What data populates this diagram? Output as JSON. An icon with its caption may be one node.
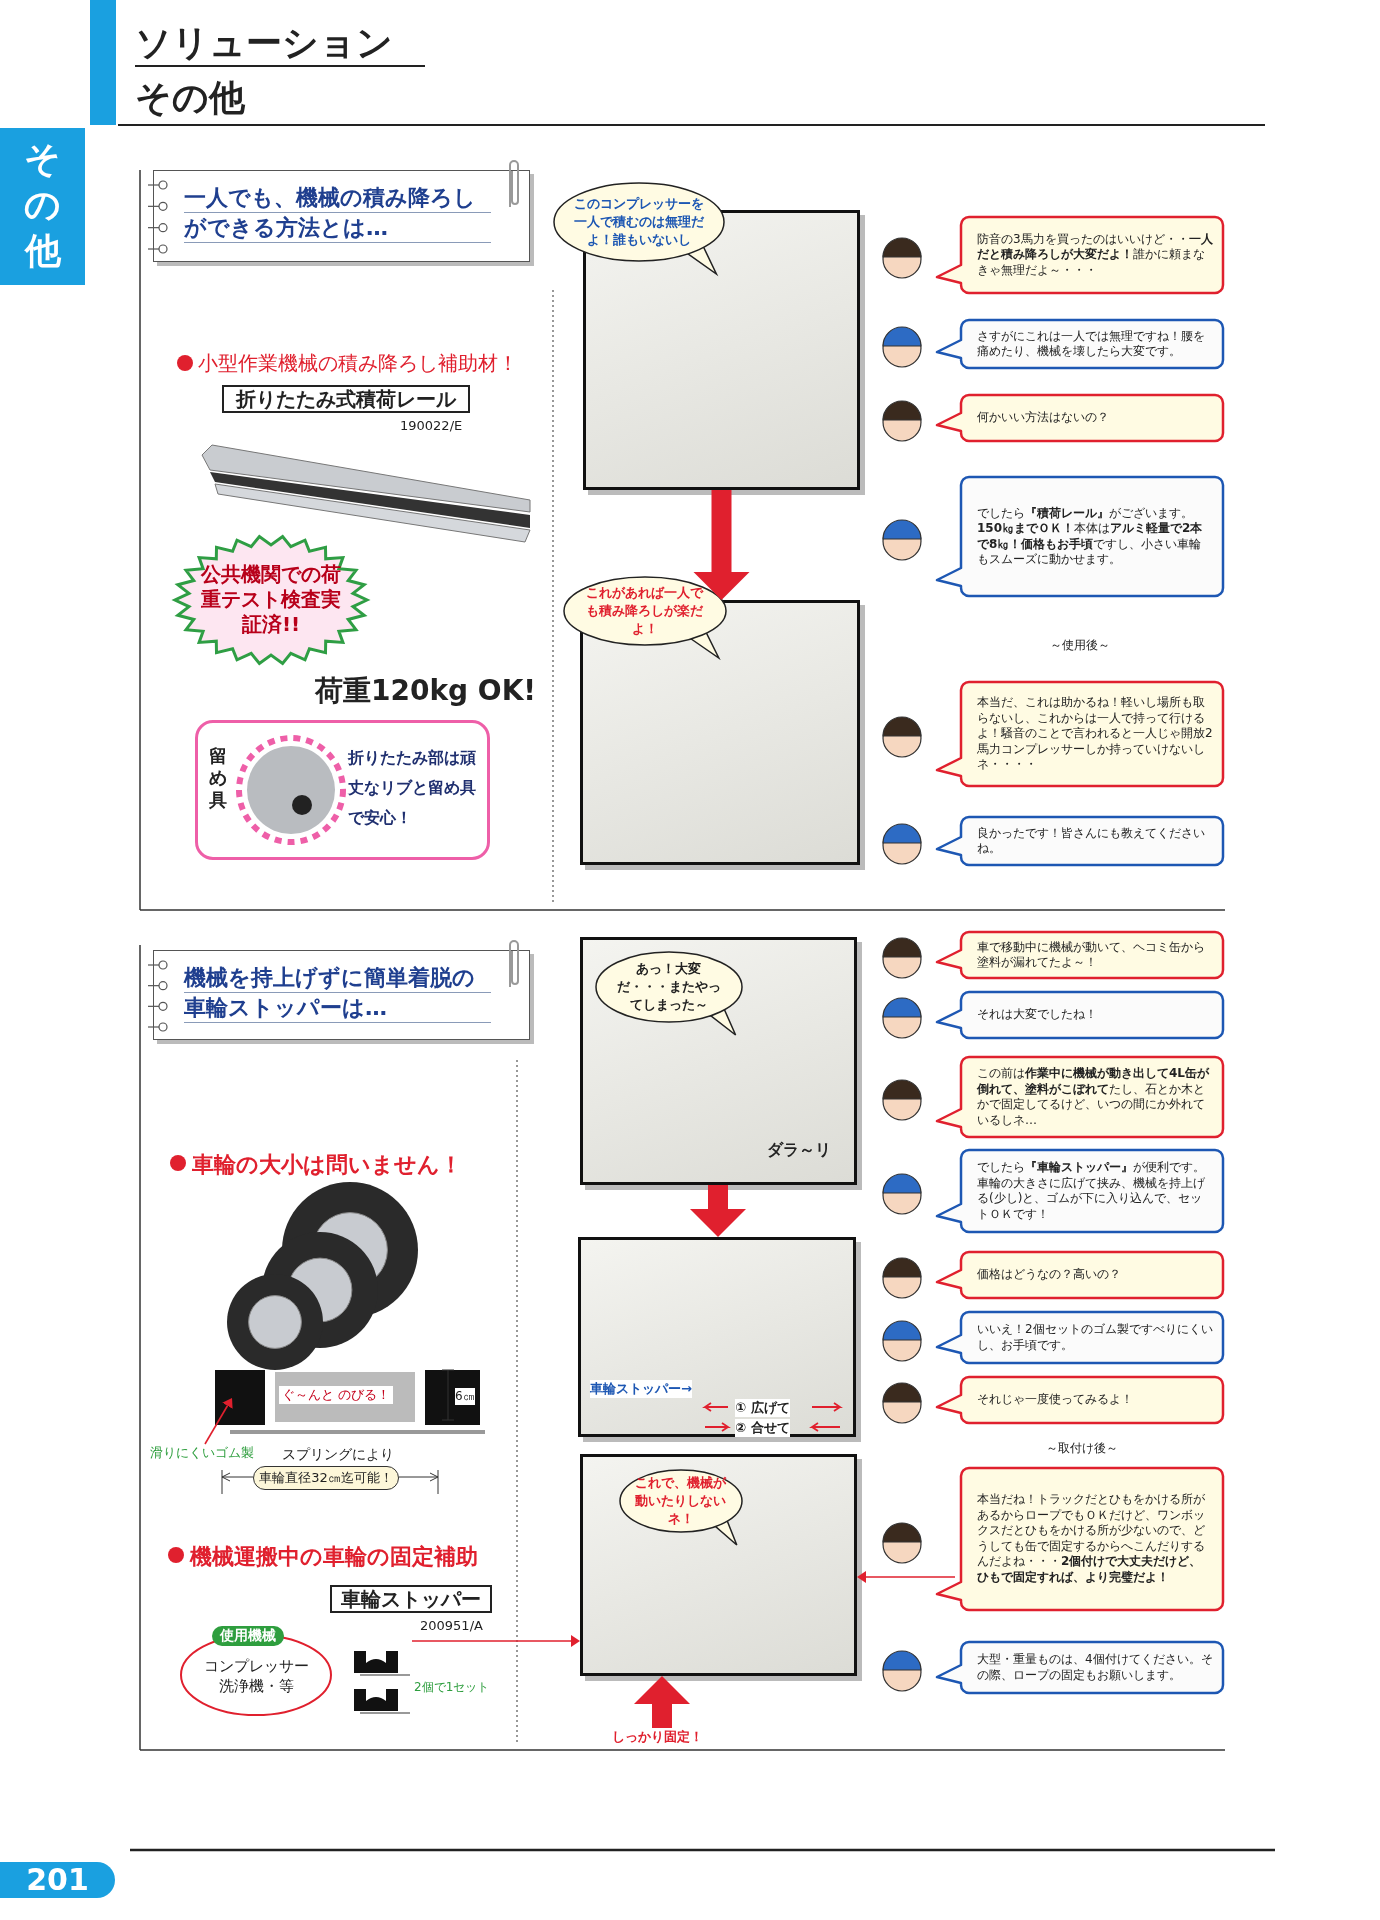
{
  "diagram": {
    "title": "ソリューション",
    "nodes": [
      {
        "text": [
          "一人でも、機械の積み降ろしができる方法とは…"
        ]
      },
      {
        "text": [
          "折りたたみ式積荷レール"
        ],
        "beside": [
          "190022/E"
        ]
      },
      {
        "text": [
          "公共機関での荷重テスト検査実証済!!"
        ]
      },
      {
        "text": [
          "留め具",
          "折りたたみ部は頑丈なリブと留め具で安心！"
        ]
      },
      {
        "text": [],
        "shape": "picture"
      },
      {
        "text": [
          "このコンプレッサーを一人で積むのは無理だよ！誰もいないし"
        ]
      },
      {
        "text": [],
        "shape": "picture"
      },
      {
        "text": [
          "これがあれば一人でも積み降ろしが楽だよ！"
        ]
      },
      {
        "text": [
          "防音の3馬力を買ったのはいいけど・・**一人だと積み降ろしが大変だよ！**誰かに頼まなきゃ無理だよ～・・・"
        ]
      },
      {
        "text": [
          "さすがにこれは一人では無理ですね！腰を痛めたり、機械を壊したら大変です。"
        ]
      },
      {
        "text": [
          "何かいい方法はないの？"
        ]
      },
      {
        "text": [
          "でしたら**『積荷レール』**がございます。**150㎏までＯＫ！**本体は**アルミ軽量で2本で8㎏！価格もお手頃**ですし、小さい車輪もスムーズに動かせます。"
        ]
      },
      {
        "text": [
          "本当だ、これは助かるね！軽いし場所も取らないし、これからは一人で持って行けるよ！騒音のことで言われると一人じゃ開放2馬力コンプレッサーしか持っていけないしネ・・・・"
        ]
      },
      {
        "text": [
          "良かったです！皆さんにも教えてくださいね。"
        ]
      },
      {
        "text": [
          "機械を持上げずに簡単着脱の車輪ストッパーは…"
        ]
      },
      {
        "text": [
          "車輪直径32㎝迄可能！"
        ],
        "beside": [
          "スプリングにより"
        ]
      },
      {
        "text": [
          "車輪ストッパー"
        ],
        "beside": [
          "200951/A"
        ]
      },
      {
        "text": [
          "使用機械",
          "コンプレッサー洗浄機・等"
        ]
      },
      {
        "text": [],
        "shape": "picture",
        "beside": [
          "2個で1セット"
        ]
      },
      {
        "text": [],
        "shape": "picture"
      },
      {
        "text": [
          "あっ！大変だ・・・またやってしまった～"
        ],
        "in": 19
      },
      {
        "text": [],
        "shape": "picture"
      },
      {
        "text": [],
        "shape": "picture"
      },
      {
        "text": [
          "これで、機械が動いたりしないネ！"
        ],
        "in": 22
      },
      {
        "text": [
          "しっかり固定！"
        ]
      },
      {
        "text": [
          "車で移動中に機械が動いて、ヘコミ缶から塗料が漏れてたよ～！"
        ]
      },
      {
        "text": [
          "それは大変でしたね！"
        ]
      },
      {
        "text": [
          "この前は**作業中に機械が動き出して4L缶が倒れて、塗料がこぼれて**たし、石とか木とかで固定してるけど、いつの間にか外れているしネ…"
        ]
      },
      {
        "text": [
          "でしたら**『車輪ストッパー』**が便利です。車輪の大きさに広げて挟み、機械を持上げる(少し)と、ゴムが下に入り込んで、セットＯＫです！"
        ]
      },
      {
        "text": [
          "価格はどうなの？高いの？"
        ]
      },
      {
        "text": [
          "いいえ！2個セットのゴム製ですべりにくいし、お手頃です。"
        ]
      },
      {
        "text": [
          "それじゃ一度使ってみるよ！"
        ]
      },
      {
        "text": [
          "本当だね！トラックだとひもをかける所があるからロープでもＯＫだけど、ワンボックスだとひもをかける所が少ないので、どうしても缶で固定するからへこんだりするんだよね・・・**2個付けで大丈夫だけど、ひもで固定すれば、より完璧だよ！**"
        ]
      },
      {
        "text": [
          "大型・重量ものは、4個付けてください。その際、ロープの固定もお願いします。"
        ]
      },
      {
        "text": [
          "滑りにくいゴム製"
        ]
      }
    ],
    "edges": [
      {
        "from": 4,
        "to": 6,
        "arrow": "to",
        "style": "thick"
      },
      {
        "from": 19,
        "to": 21,
        "arrow": "to",
        "style": "thick"
      },
      {
        "from": 18,
        "to": 22,
        "arrow": "to"
      },
      {
        "from": 32,
        "to": 22,
        "arrow": "to"
      },
      {
        "from": 24,
        "to": 22,
        "arrow": "to",
        "style": "thick"
      },
      {
        "from": 34,
        "to": null,
        "arrow": "to"
      }
    ],
    "labels": [
      "その他",
      "その他",
      "小型作業機械の積み降ろし補助材！",
      "荷重120kg OK!",
      "～使用後～",
      "車輪の大小は問いません！",
      "ぐ～んと のびる！",
      "6㎝",
      "機械運搬中の車輪の固定補助",
      "ダラ～リ",
      "車輪ストッパー→",
      "① 広げて",
      "② 合せて",
      "～取付け後～",
      "201"
    ]
  }
}
